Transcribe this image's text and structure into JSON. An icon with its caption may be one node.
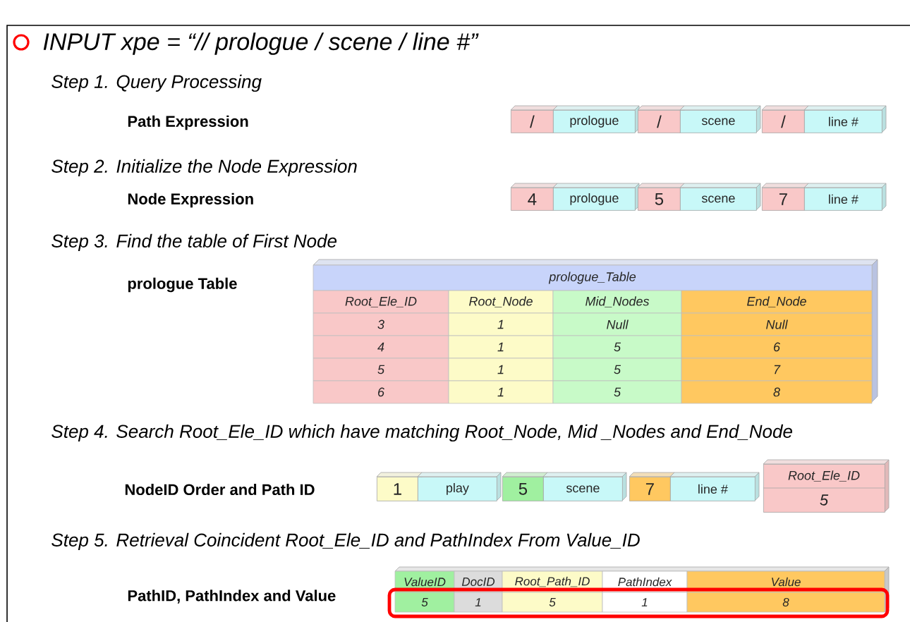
{
  "diagram": {
    "title": "INPUT xpe = “// prologue / scene /  line #”",
    "nodes": [
      {
        "text": [
          "/"
        ]
      },
      {
        "text": [
          "prologue"
        ]
      },
      {
        "text": [
          "/"
        ]
      },
      {
        "text": [
          "scene"
        ]
      },
      {
        "text": [
          "/"
        ]
      },
      {
        "text": [
          "line #"
        ]
      },
      {
        "text": [
          "4"
        ]
      },
      {
        "text": [
          "prologue"
        ]
      },
      {
        "text": [
          "5"
        ]
      },
      {
        "text": [
          "scene"
        ]
      },
      {
        "text": [
          "7"
        ]
      },
      {
        "text": [
          "line #"
        ]
      },
      {
        "text": [
          "1"
        ]
      },
      {
        "text": [
          "play"
        ]
      },
      {
        "text": [
          "5"
        ]
      },
      {
        "text": [
          "scene"
        ]
      },
      {
        "text": [
          "7"
        ]
      },
      {
        "text": [
          "line #"
        ]
      },
      {
        "text": [
          "Root_Ele_ID",
          "5"
        ]
      }
    ],
    "labels": [
      "Step 1. Query Processing",
      "Path Expression",
      "Step 2. Initialize the Node Expression",
      "Node Expression",
      "Step 3. Find the table of First Node",
      "prologue Table",
      "prologue_Table",
      "Root_Ele_ID",
      "Root_Node",
      "Mid_Nodes",
      "End_Node",
      "3",
      "1",
      "Null",
      "Null",
      "4",
      "1",
      "5",
      "6",
      "5",
      "1",
      "5",
      "7",
      "6",
      "1",
      "5",
      "8",
      "Step 4. Search Root_Ele_ID which have matching Root_Node, Mid _Nodes and End_Node",
      "NodeID Order and Path ID",
      "Step 5. Retrieval Coincident Root_Ele_ID and PathIndex From Value_ID",
      "PathID, PathIndex and Value",
      "ValueID",
      "DocID",
      "Root_Path_ID",
      "PathIndex",
      "Value",
      "5",
      "1",
      "5",
      "1",
      "8"
    ]
  }
}
